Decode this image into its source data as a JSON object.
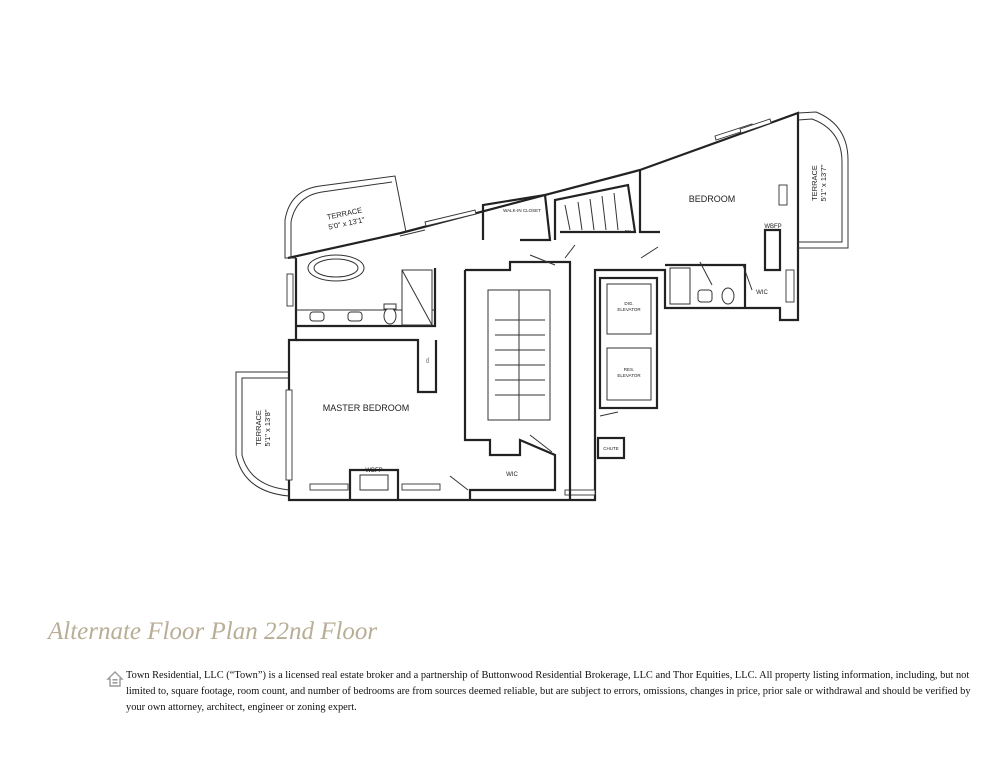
{
  "plan": {
    "rooms": {
      "terrace_top": {
        "name": "TERRACE",
        "dims": "5'0\" x 13'1\""
      },
      "terrace_right": {
        "name": "TERRACE",
        "dims": "5'1\" x 13'7\""
      },
      "terrace_left": {
        "name": "TERRACE",
        "dims": "5'1\" x 13'8\""
      },
      "walk_in_closet": "WALK-IN CLOSET",
      "bedroom": "BEDROOM",
      "wbfp_bedroom": "WBFP",
      "wic_bedroom": "WIC",
      "dn": "DN",
      "dig_elevator": [
        "DIG.",
        "ELEVATOR"
      ],
      "res_elevator": [
        "RES.",
        "ELEVATOR"
      ],
      "master_bedroom": "MASTER BEDROOM",
      "wbfp_master": "WBFP",
      "wic_master": "WIC",
      "chute": "CHUTE",
      "cl": "CL"
    }
  },
  "footer": {
    "title": "Alternate Floor Plan 22nd Floor",
    "icon": "equal-housing-opportunity-icon",
    "disclaimer": "Town Residential, LLC (“Town”) is a licensed real estate broker and a partnership of Buttonwood Residential Brokerage, LLC and Thor Equities, LLC. All property listing information, including, but not limited to, square footage, room count, and number of bedrooms are from sources deemed reliable, but are subject to errors, omissions, changes in price, prior sale or withdrawal and should be verified by your own attorney, architect, engineer or zoning expert."
  },
  "colors": {
    "title": "#b8ad95",
    "lines": "#222222"
  }
}
